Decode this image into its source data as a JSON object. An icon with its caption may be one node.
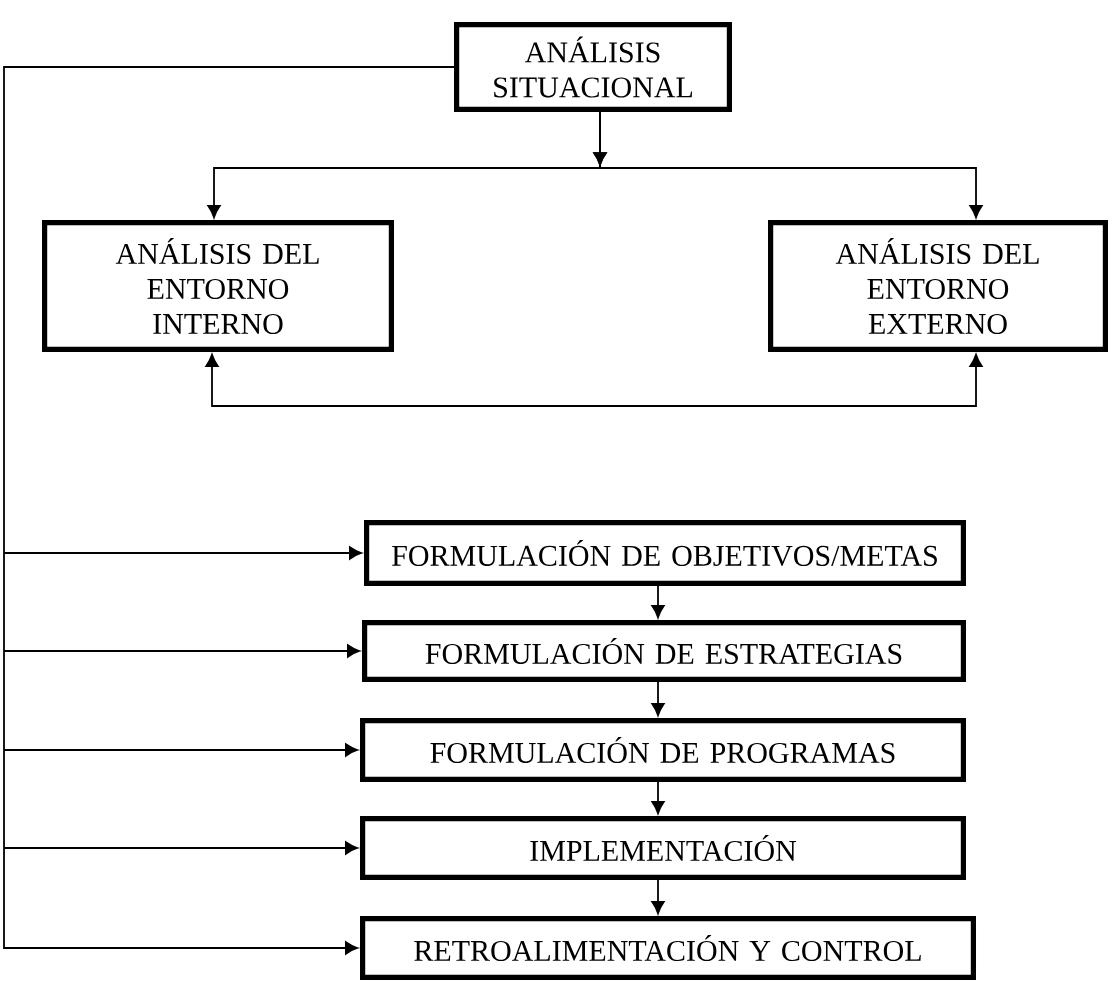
{
  "diagram": {
    "nodes": [
      {
        "text": [
          "ANÁLISIS SITUACIONAL"
        ]
      },
      {
        "text": [
          "ANÁLISIS DEL ENTORNO INTERNO"
        ]
      },
      {
        "text": [
          "ANÁLISIS DEL ENTORNO EXTERNO"
        ]
      },
      {
        "text": [
          "FORMULACIÓN DE OBJETIVOS/METAS"
        ]
      },
      {
        "text": [
          "FORMULACIÓN DE ESTRATEGIAS"
        ]
      },
      {
        "text": [
          "FORMULACIÓN DE PROGRAMAS"
        ]
      },
      {
        "text": [
          "IMPLEMENTACIÓN"
        ]
      },
      {
        "text": [
          "RETROALIMENTACIÓN Y CONTROL"
        ]
      }
    ],
    "edges": [
      {
        "from": 0,
        "to": 1,
        "arrow": "to"
      },
      {
        "from": 0,
        "to": 2,
        "arrow": "to"
      },
      {
        "from": 1,
        "to": 2,
        "arrow": "both"
      },
      {
        "from": 0,
        "to": 3,
        "arrow": "to"
      },
      {
        "from": 0,
        "to": 4,
        "arrow": "to"
      },
      {
        "from": 0,
        "to": 5,
        "arrow": "to"
      },
      {
        "from": 0,
        "to": 6,
        "arrow": "to"
      },
      {
        "from": 0,
        "to": 7,
        "arrow": "to"
      },
      {
        "from": 3,
        "to": 4,
        "arrow": "to"
      },
      {
        "from": 4,
        "to": 5,
        "arrow": "to"
      },
      {
        "from": 5,
        "to": 6,
        "arrow": "to"
      },
      {
        "from": 6,
        "to": 7,
        "arrow": "to"
      }
    ]
  }
}
